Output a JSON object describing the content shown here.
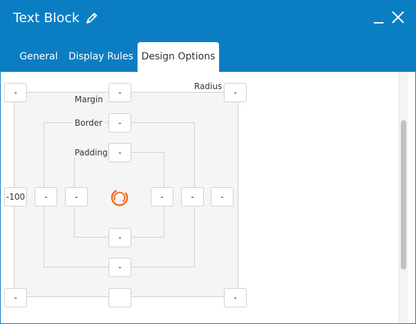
{
  "window": {
    "title": "Text Block",
    "colors": {
      "header": "#0b7ec3",
      "accent": "#f26b21"
    }
  },
  "tabs": [
    {
      "label": "General",
      "active": false
    },
    {
      "label": "Display Rules",
      "active": false
    },
    {
      "label": "Design Options",
      "active": true
    }
  ],
  "labels": {
    "margin": "Margin",
    "border": "Border",
    "padding": "Padding",
    "radius": "Radius"
  },
  "radius": {
    "top_left": "-",
    "top_right": "-",
    "bottom_left": "-",
    "bottom_right": "-"
  },
  "margin": {
    "top": "-",
    "right": "-",
    "bottom": "",
    "left": "-100"
  },
  "border": {
    "top": "-",
    "right": "-",
    "bottom": "-",
    "left": "-"
  },
  "padding": {
    "top": "-",
    "right": "-",
    "bottom": "-",
    "left": "-"
  }
}
